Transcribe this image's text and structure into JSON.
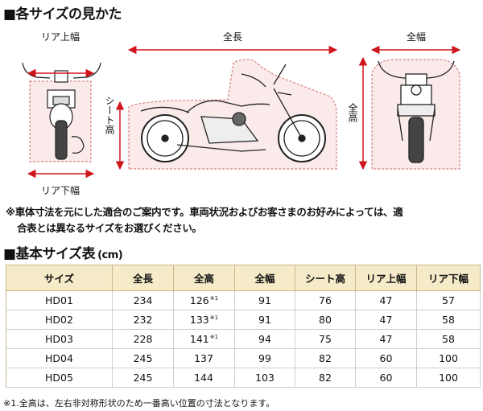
{
  "heading_diagram": "■各サイズの見かた",
  "diagram_labels": {
    "rear_top_width": "リア上幅",
    "rear_bottom_width": "リア下幅",
    "length": "全長",
    "seat_height": "シート高",
    "width": "全幅",
    "height": "全高"
  },
  "note": {
    "line1": "※車体寸法を元にした適合のご案内です。車両状況およびお客さまのお好みによっては、適",
    "line2": "合表とは異なるサイズをお選びください。"
  },
  "heading_table": "■基本サイズ表",
  "table_unit": "(cm)",
  "table": {
    "headers": [
      "サイズ",
      "全長",
      "全高",
      "全幅",
      "シート高",
      "リア上幅",
      "リア下幅"
    ],
    "rows": [
      {
        "cells": [
          "HD01",
          "234",
          "126",
          "91",
          "76",
          "47",
          "57"
        ],
        "mark": "※1"
      },
      {
        "cells": [
          "HD02",
          "232",
          "133",
          "91",
          "80",
          "47",
          "58"
        ],
        "mark": "※1"
      },
      {
        "cells": [
          "HD03",
          "228",
          "141",
          "94",
          "75",
          "47",
          "58"
        ],
        "mark": "※1"
      },
      {
        "cells": [
          "HD04",
          "245",
          "137",
          "99",
          "82",
          "60",
          "100"
        ],
        "mark": ""
      },
      {
        "cells": [
          "HD05",
          "245",
          "144",
          "103",
          "82",
          "60",
          "100"
        ],
        "mark": ""
      }
    ]
  },
  "footnote": "※1.全高は、左右非対称形状のため一番高い位置の寸法となります。",
  "colors": {
    "arrow": "#d0141c",
    "cover_fill": "#fbeaea",
    "cover_stroke": "#d98080",
    "table_header": "#f5ebc8"
  }
}
